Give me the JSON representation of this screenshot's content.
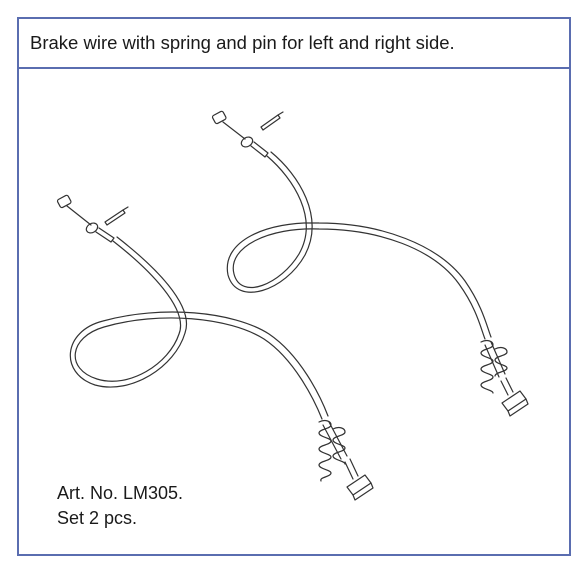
{
  "product": {
    "title": "Brake wire with spring and pin for left and right side.",
    "article_number": "Art. No. LM305.",
    "quantity": "Set 2 pcs."
  },
  "colors": {
    "border": "#5a6db0",
    "text": "#1a1a1a",
    "line_art": "#333333"
  }
}
